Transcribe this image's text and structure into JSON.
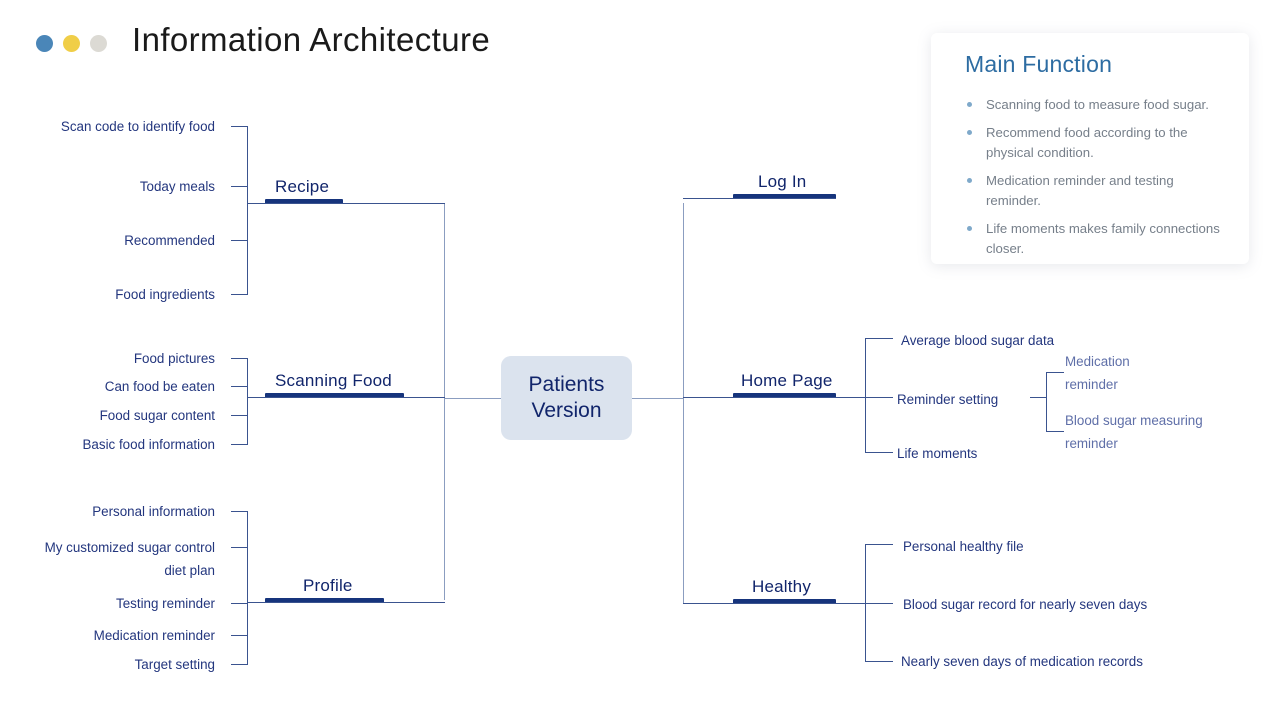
{
  "header": {
    "title": "Information Architecture",
    "dots": [
      {
        "name": "dot-blue",
        "color": "#4a86b8"
      },
      {
        "name": "dot-yellow",
        "color": "#f0ce48"
      },
      {
        "name": "dot-gray",
        "color": "#dcdad4"
      }
    ]
  },
  "main_function": {
    "title": "Main Function",
    "items": [
      "Scanning food to measure food sugar.",
      "Recommend food according to the physical condition.",
      "Medication reminder and testing reminder.",
      "Life moments makes family connections closer."
    ]
  },
  "center_node": {
    "line1": "Patients",
    "line2": "Version"
  },
  "branches": {
    "recipe": {
      "label": "Recipe",
      "items": [
        "Scan code to identify food",
        "Today meals",
        "Recommended",
        "Food ingredients"
      ]
    },
    "scanning_food": {
      "label": "Scanning Food",
      "items": [
        "Food pictures",
        "Can food be eaten",
        "Food sugar content",
        "Basic food information"
      ]
    },
    "profile": {
      "label": "Profile",
      "items": [
        "Personal information",
        "My customized sugar control diet plan",
        "Testing reminder",
        "Medication reminder",
        "Target setting"
      ]
    },
    "log_in": {
      "label": "Log In",
      "items": []
    },
    "home_page": {
      "label": "Home Page",
      "items": [
        "Average blood sugar data",
        "Reminder setting",
        "Life moments"
      ],
      "sub_items": [
        "Medication reminder",
        "Blood sugar measuring reminder"
      ]
    },
    "healthy": {
      "label": "Healthy",
      "items": [
        "Personal healthy file",
        "Blood sugar record for nearly seven days",
        "Nearly seven days of medication records"
      ]
    }
  },
  "colors": {
    "accent_navy": "#16347c",
    "line": "#8b9dc0",
    "center_bg": "#dbe3ee",
    "card_heading": "#2d6ca2",
    "muted_text": "#767f8a"
  }
}
